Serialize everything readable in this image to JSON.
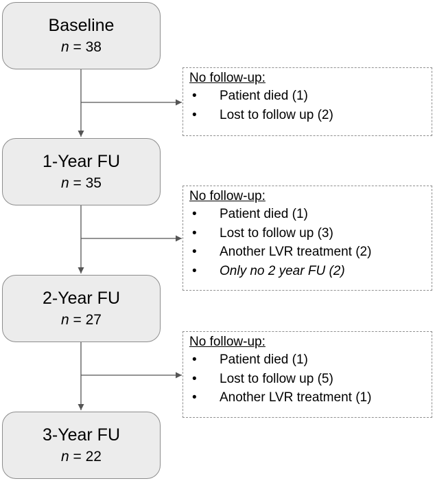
{
  "stages": [
    {
      "id": "baseline",
      "title": "Baseline",
      "n_symbol": "n",
      "n_value": "= 38"
    },
    {
      "id": "year1",
      "title": "1-Year FU",
      "n_symbol": "n",
      "n_value": "= 35"
    },
    {
      "id": "year2",
      "title": "2-Year FU",
      "n_symbol": "n",
      "n_value": "= 27"
    },
    {
      "id": "year3",
      "title": "3-Year FU",
      "n_symbol": "n",
      "n_value": "= 22"
    }
  ],
  "followup_boxes": [
    {
      "heading": "No follow-up:",
      "items": [
        {
          "text": "Patient died (1)",
          "italic": false
        },
        {
          "text": "Lost to follow up (2)",
          "italic": false
        }
      ]
    },
    {
      "heading": "No follow-up:",
      "items": [
        {
          "text": "Patient died (1)",
          "italic": false
        },
        {
          "text": "Lost to follow up (3)",
          "italic": false
        },
        {
          "text": "Another LVR treatment (2)",
          "italic": false
        },
        {
          "text": "Only no 2 year FU (2)",
          "italic": true
        }
      ]
    },
    {
      "heading": "No follow-up:",
      "items": [
        {
          "text": "Patient died (1)",
          "italic": false
        },
        {
          "text": "Lost to follow up (5)",
          "italic": false
        },
        {
          "text": "Another LVR treatment (1)",
          "italic": false
        }
      ]
    }
  ],
  "bullet_symbol": "•",
  "colors": {
    "box_fill": "#ececec",
    "box_border": "#8c8c8c",
    "line": "#555555",
    "dashed_border": "#8f8f8f"
  }
}
